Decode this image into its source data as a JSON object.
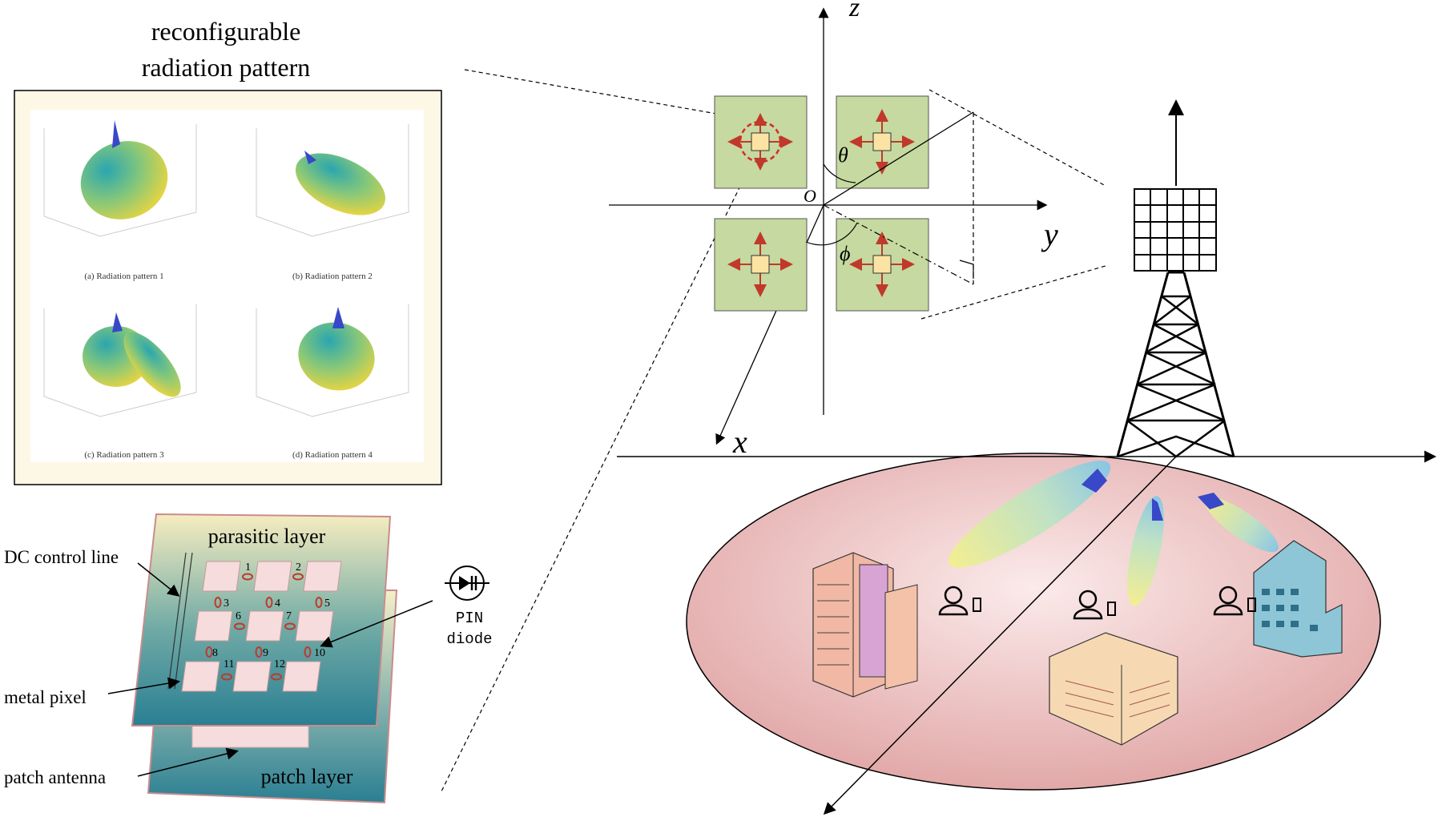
{
  "pattern_box": {
    "title_line1": "reconfigurable",
    "title_line2": "radiation pattern",
    "captions": [
      "(a) Radiation pattern 1",
      "(b) Radiation pattern 2",
      "(c) Radiation pattern 3",
      "(d) Radiation pattern 4"
    ]
  },
  "antenna_stack": {
    "parasitic_layer": "parasitic layer",
    "patch_layer": "patch layer",
    "dc_control_line": "DC control line",
    "metal_pixel": "metal pixel",
    "patch_antenna": "patch antenna",
    "pin_line1": "PIN",
    "pin_line2": "diode",
    "diode_numbers": [
      "1",
      "2",
      "3",
      "4",
      "5",
      "6",
      "7",
      "8",
      "9",
      "10",
      "11",
      "12"
    ]
  },
  "axes": {
    "z": "z",
    "y": "y",
    "x": "x",
    "origin": "O",
    "theta": "θ",
    "phi": "ϕ"
  },
  "colors": {
    "array_tile": "#c5d9a0",
    "feed_square": "#fbe3a4",
    "arrow_red": "#c0392b",
    "ground_ellipse": "#e8b4b4",
    "layer_teal": "#2f8394",
    "layer_cream": "#f7edc0",
    "pixel_pink": "#f6dcdc"
  },
  "icons": [
    "pin-diode-icon",
    "user-icon",
    "building-icon",
    "tower-icon",
    "antenna-panel-icon"
  ]
}
